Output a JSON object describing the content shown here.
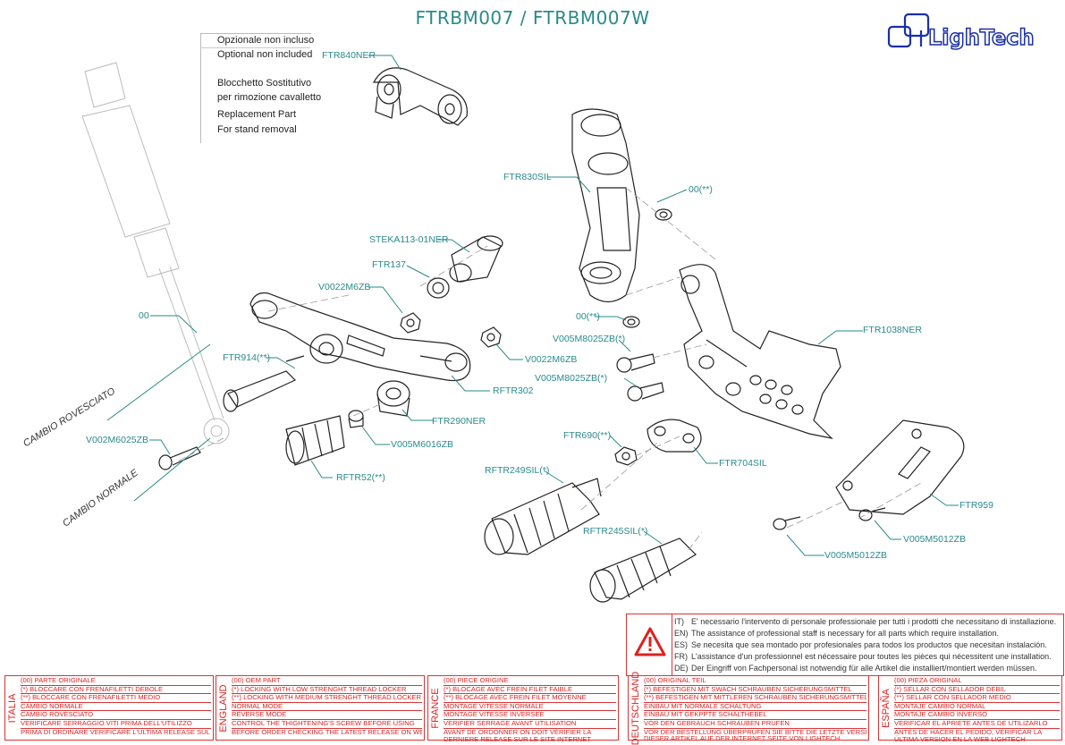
{
  "title": "FTRBM007 / FTRBM007W",
  "brand": {
    "name": "LighTech",
    "color": "#1b2fa8"
  },
  "colors": {
    "label": "#2a8a8a",
    "warning_border": "#dd3333",
    "red_text": "#dd2222"
  },
  "optional_box": {
    "lines": [
      "Opzionale non incluso",
      "Optional non included",
      "Blocchetto Sostitutivo",
      "per rimozione cavalletto",
      "Replacement Part",
      "For stand removal"
    ]
  },
  "labels": {
    "ftr840ner": "FTR840NER",
    "ftr830sil": "FTR830SIL",
    "oo_top": "00(**)",
    "steka": "STEKA113-01NER",
    "ftr137": "FTR137",
    "v0022m6zb_top": "V0022M6ZB",
    "oo_left": "00",
    "oo_mid": "00(**)",
    "ftr1038ner": "FTR1038NER",
    "v005m8025zb_1": "V005M8025ZB(*)",
    "v005m8025zb_2": "V005M8025ZB(*)",
    "v0022m6zb_bottom": "V0022M6ZB",
    "ftr914": "FTR914(**)",
    "rftr302": "RFTR302",
    "ftr290ner": "FTR290NER",
    "v005m6016zb": "V005M6016ZB",
    "v002m6025zb": "V002M6025ZB",
    "rftr52": "RFTR52(**)",
    "ftr690": "FTR690(**)",
    "ftr704sil": "FTR704SIL",
    "rftr249sil": "RFTR249SIL(*)",
    "ftr959": "FTR959",
    "v005m5012zb_1": "V005M5012ZB",
    "v005m5012zb_2": "V005M5012ZB",
    "rftr245sil": "RFTR245SIL(*)",
    "cambio_rovesciato": "CAMBIO ROVESCIATO",
    "cambio_normale": "CAMBIO NORMALE"
  },
  "warning": {
    "rows": [
      {
        "code": "IT)",
        "text": "E' necessario l'intervento di personale professionale per tutti i prodotti che necessitano di installazione."
      },
      {
        "code": "EN)",
        "text": "The assistance of professional staff is necessary for all parts which require installation."
      },
      {
        "code": "ES)",
        "text": "Se necesita que sea montado por profesionales para todos los productos que necesitan instalación."
      },
      {
        "code": "FR)",
        "text": "L'assistance d'un professionnel est nécessaire pour toutes les pièces qui nécessitent une installation."
      },
      {
        "code": "DE)",
        "text": "Der Eingriff von Fachpersonal ist notwendig  für alle Artikel die installiert/montiert werden müssen."
      }
    ]
  },
  "legend": [
    {
      "lang": "ITALIA",
      "lines": [
        "(00) PARTE ORIGINALE",
        "(*)    BLOCCARE CON FRENAFILETTI DEBOLE",
        "(**)   BLOCCARE CON FRENAFILETTI MEDIO",
        "CAMBIO NORMALE",
        "CAMBIO ROVESCIATO",
        "VERIFICARE SERRAGGIO VITI PRIMA DELL'UTILIZZO",
        "PRIMA DI ORDINARE VERIFICARE L'ULTIMA RELEASE SUL SITO"
      ]
    },
    {
      "lang": "ENGLAND",
      "lines": [
        "(00) OEM PART",
        "(*)    LOCKING WITH LOW STRENGHT THREAD LOCKER",
        "(**)   LOCKING WITH MEDIUM STRENGHT THREAD LOCKER",
        "NORMAL MODE",
        "REVERSE MODE",
        "CONTROL THE THIGHTENING'S SCREW BEFORE USING",
        "BEFORE ORDER CHECKING THE LATEST RELEASE ON WEBSITE"
      ]
    },
    {
      "lang": "FRANCE",
      "lines": [
        "(00) PIECE ORIGINE",
        "(*)    BLOCAGE AVEC FREIN FILET FAIBLE",
        "(**)   BLOCAGE AVEC FREIN FILET MOYENNE",
        "MONTAGE VITESSE NORMALE",
        "MONTAGE VITESSE INVERSEE",
        "VERIFIER SERRAGE AVANT UTILISATION",
        "AVANT DE ORDONNER ON DOIT VÉRIFIER LA DERNIERE RELEASE SUR LE SITE INTERNET"
      ]
    },
    {
      "lang": "DEUTSCHLAND",
      "lines": [
        "(00) ORIGINAL TEIL",
        "(*)    BEFESTIGEN MIT SWACH SCHRAUBEN SICHERUNGSMITTEL",
        "(**)   BEFESTIGEN MIT MITTLEREN SCHRAUBEN SICHERUNGSMITTEL",
        "EINBAU MIT NORMALE SCHALTUNG",
        "EINBAU MIT GEKPPTE SCHALTHEBEL",
        "VOR DEN GEBRAUCH SCHRAUBEN PRÜFEN",
        "VOR DER BESTELLUNG ÜBERPRÜFEN SIE BITTE DIE LETZTE VERSION",
        "DIESER ARTIKEL AUF DER INTERNET SEITE VON LIGHTECH"
      ]
    },
    {
      "lang": "ESPAÑA",
      "lines": [
        "(00) PIEZA ORIGINAL",
        "(*)    SELLAR CON SELLADOR DEBIL",
        "(**)   SELLAR CON SELLADOR MEDIO",
        "MONTAJE  CAMBIO NORMAL",
        "MONTAJE  CAMBIO INVERSO",
        "VERIFICAR EL APRIETE ANTES DE UTILIZARLO",
        "ANTES DE HACER EL PEDIDO, VERIFICAR LA ÚLTIMA VERSION EN LA WEB LIGHTECH"
      ]
    }
  ]
}
